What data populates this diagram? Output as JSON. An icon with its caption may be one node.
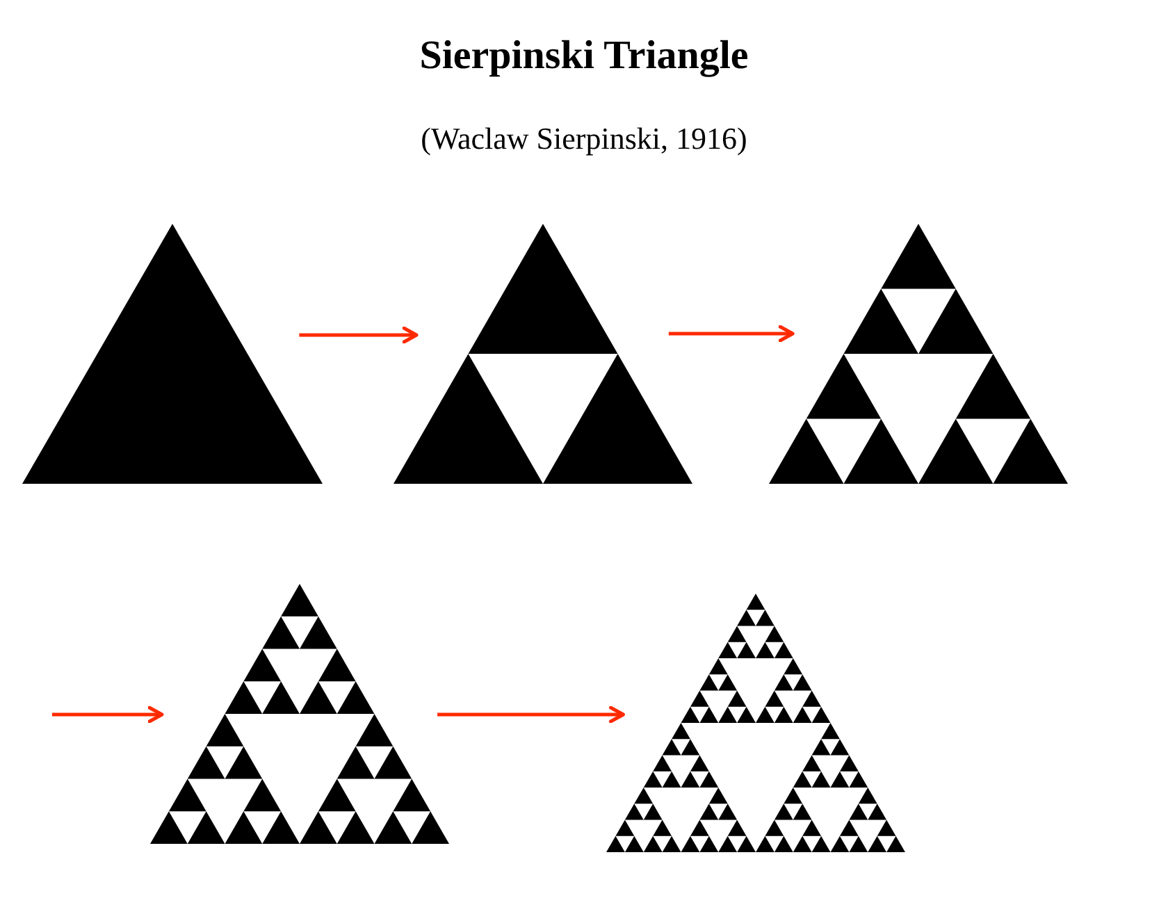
{
  "diagram": {
    "title": "Sierpinski Triangle",
    "nodes": [
      {
        "text": [],
        "shape": "picture"
      },
      {
        "text": [],
        "shape": "picture"
      },
      {
        "text": [],
        "shape": "picture"
      },
      {
        "text": [],
        "shape": "picture"
      },
      {
        "text": [],
        "shape": "picture"
      }
    ],
    "edges": [
      {
        "from": 0,
        "to": 1,
        "arrow": "to",
        "color": "#ff2a00"
      },
      {
        "from": 1,
        "to": 2,
        "arrow": "to",
        "color": "#ff2a00"
      },
      {
        "from": null,
        "to": 3,
        "arrow": "to",
        "color": "#ff2a00"
      },
      {
        "from": 3,
        "to": 4,
        "arrow": "to",
        "color": "#ff2a00"
      }
    ],
    "labels": [
      "(Waclaw Sierpinski, 1916)"
    ]
  }
}
